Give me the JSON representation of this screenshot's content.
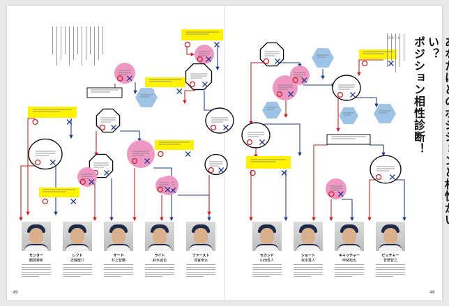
{
  "title": {
    "line1": "あなたはどのポジションと相性がいい？",
    "line2": "ポジション相性診断！"
  },
  "colors": {
    "pink": "#ee98c3",
    "yellow": "#fff200",
    "blue": "#9dc3e6",
    "red": "#d21e1e",
    "navy": "#1f3b8e"
  },
  "pages": {
    "left": "49",
    "right": "48"
  },
  "players_left": [
    {
      "position": "センター",
      "name": "鶴岡泰和"
    },
    {
      "position": "レフト",
      "name": "近藤健介"
    },
    {
      "position": "サード",
      "name": "杉上智勝"
    },
    {
      "position": "ライト",
      "name": "鈴木誠也"
    },
    {
      "position": "ファースト",
      "name": "清宮幸太"
    }
  ],
  "players_right": [
    {
      "position": "セカンド",
      "name": "山田哲人"
    },
    {
      "position": "ショート",
      "name": "坂本勇人"
    },
    {
      "position": "キャッチャー",
      "name": "甲斐拓也"
    },
    {
      "position": "ピッチャー",
      "name": "菅野智之"
    }
  ],
  "start_label": "スタート"
}
